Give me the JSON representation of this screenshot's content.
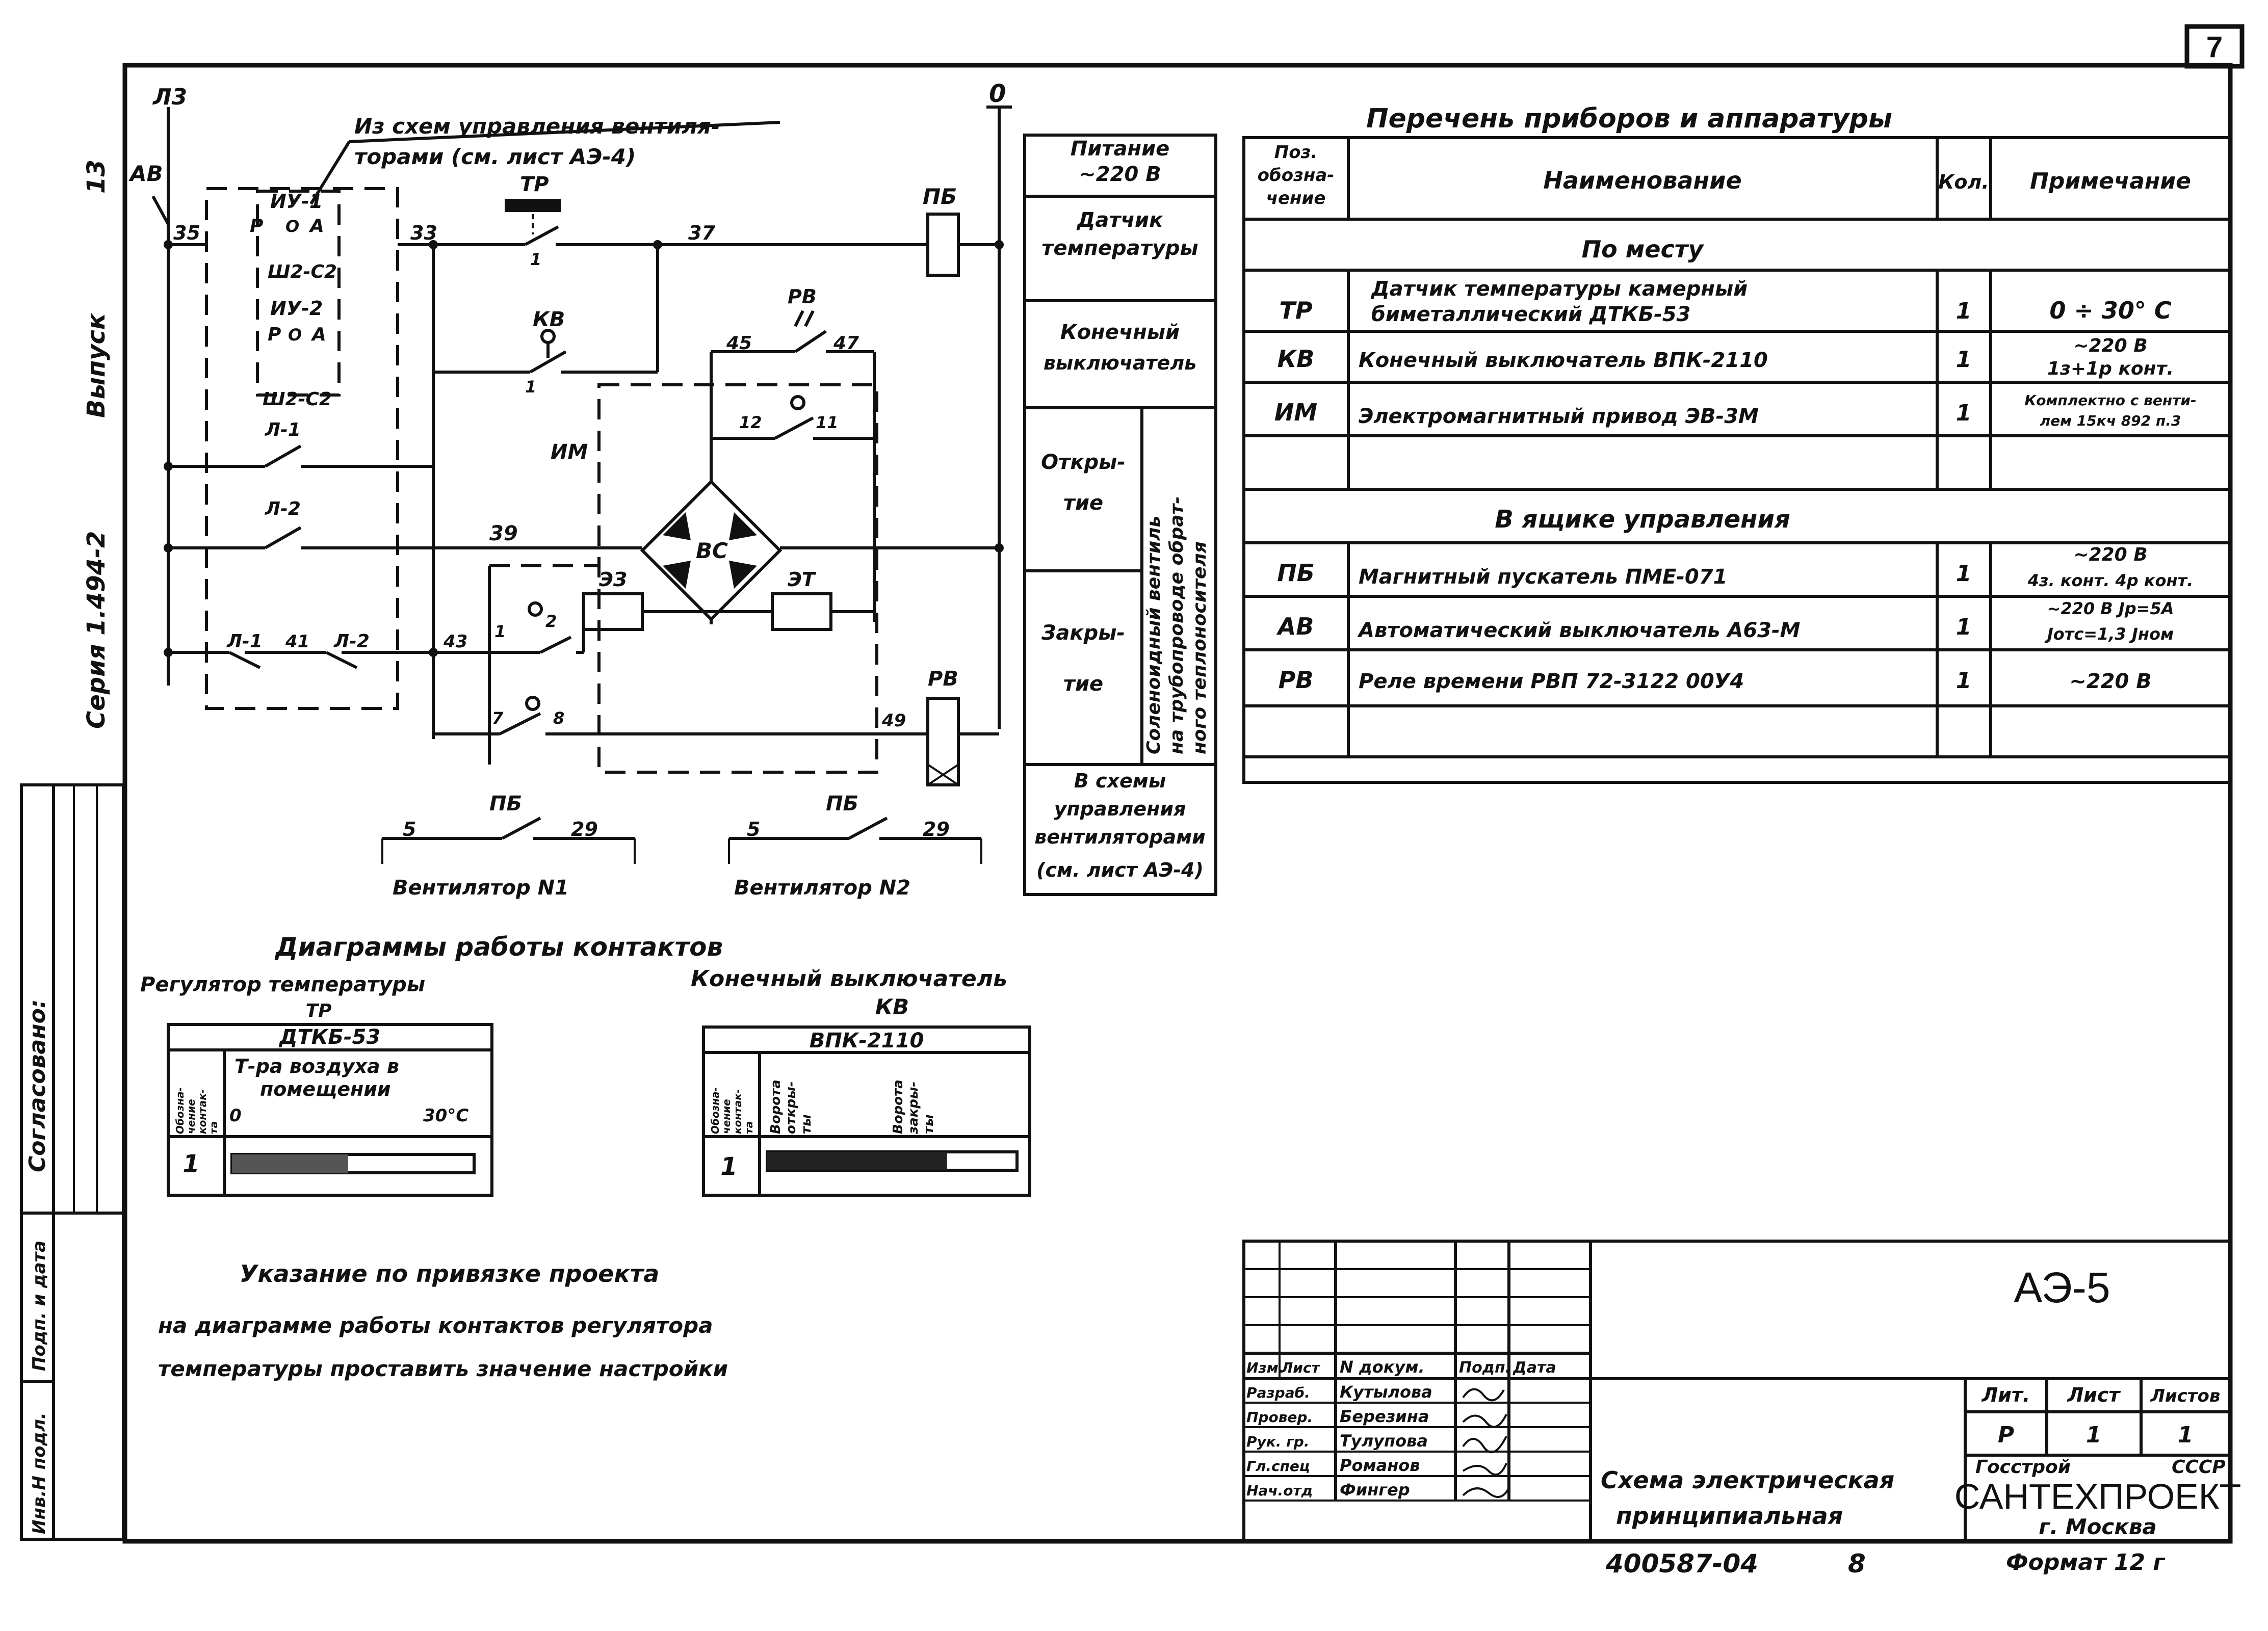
{
  "sheet_number": "7",
  "side_block": {
    "series_label": "Серия 1.494-2",
    "issue_label": "Выпуск",
    "issue_value": "13",
    "agreed_label": "Согласовано:",
    "inv_label": "Инв.Н подл.",
    "sign_label": "Подп. и дата"
  },
  "schematic": {
    "source_note_line1": "Из схем управления вентиля-",
    "source_note_line2": "торами (см. лист АЭ-4)",
    "bus_left": "Л3",
    "bus_right": "0",
    "breaker": "АВ",
    "relay_block": [
      "ИУ-1",
      "Р",
      "О",
      "А",
      "Ш2-С2",
      "ИУ-2",
      "Р",
      "О",
      "А",
      "Ш2-С2"
    ],
    "contacts": {
      "l1": "Л-1",
      "l2": "Л-2",
      "l1b": "Л-1",
      "l2b": "Л-2",
      "n41": "41"
    },
    "wires": {
      "w35": "35",
      "w33": "33",
      "w37": "37",
      "w45": "45",
      "w47": "47",
      "w39": "39",
      "w43": "43",
      "w49": "49"
    },
    "terminals": {
      "t12": "12",
      "t11": "11",
      "t1": "1",
      "t2": "2",
      "t7": "7",
      "t8": "8"
    },
    "devices": {
      "tr": "ТР",
      "kv": "КВ",
      "rv": "РВ",
      "pb": "ПБ",
      "im": "ИМ",
      "vs": "ВС",
      "ez": "ЭЗ",
      "et": "ЭТ",
      "rv2": "РВ",
      "tr_pin": "1",
      "kv_pin": "1"
    },
    "fan1": {
      "device": "ПБ",
      "left": "5",
      "right": "29",
      "label": "Вентилятор N1"
    },
    "fan2": {
      "device": "ПБ",
      "left": "5",
      "right": "29",
      "label": "Вентилятор N2"
    }
  },
  "function_column": {
    "power": [
      "Питание",
      "~220 В"
    ],
    "sensor": [
      "Датчик",
      "температуры"
    ],
    "limit": [
      "Конечный",
      "выключатель"
    ],
    "open": [
      "Откры-",
      "тие"
    ],
    "close": [
      "Закры-",
      "тие"
    ],
    "valve_vertical": [
      "Соленоидный вентиль",
      "на трубопроводе обрат-",
      "ного теплоносителя"
    ],
    "to_schemes": [
      "В схемы",
      "управления",
      "вентиляторами",
      "(см. лист АЭ-4)"
    ]
  },
  "equipment_list": {
    "title": "Перечень приборов и аппаратуры",
    "headers": {
      "pos": [
        "Поз.",
        "обозна-",
        "чение"
      ],
      "name": "Наименование",
      "qty": "Кол.",
      "note": "Примечание"
    },
    "section_local": "По месту",
    "section_panel": "В ящике управления",
    "rows_local": [
      {
        "pos": "ТР",
        "name": [
          "Датчик температуры камерный",
          "биметаллический ДТКБ-53"
        ],
        "qty": "1",
        "note": [
          "0 ÷ 30° С"
        ]
      },
      {
        "pos": "КВ",
        "name": [
          "Конечный выключатель ВПК-2110"
        ],
        "qty": "1",
        "note": [
          "~220 В",
          "1з+1р конт."
        ]
      },
      {
        "pos": "ИМ",
        "name": [
          "Электромагнитный привод ЭВ-3М"
        ],
        "qty": "1",
        "note": [
          "Комплектно с венти-",
          "лем 15кч 892 п.3"
        ]
      }
    ],
    "rows_panel": [
      {
        "pos": "ПБ",
        "name": [
          "Магнитный пускатель ПМЕ-071"
        ],
        "qty": "1",
        "note": [
          "~220 В",
          "4з. конт. 4р конт."
        ]
      },
      {
        "pos": "АВ",
        "name": [
          "Автоматический выключатель А63-М"
        ],
        "qty": "1",
        "note": [
          "~220 В Jр=5А",
          "Jотс=1,3 Jном"
        ]
      },
      {
        "pos": "РВ",
        "name": [
          "Реле времени РВП 72-3122 00У4"
        ],
        "qty": "1",
        "note": [
          "~220 В"
        ]
      }
    ]
  },
  "contact_diagrams": {
    "title": "Диаграммы работы контактов",
    "regulator": {
      "title": "Регулятор температуры",
      "device": "ТР",
      "model": "ДТКБ-53",
      "col_head": [
        "Обозна-",
        "чение",
        "контак-",
        "та"
      ],
      "desc": [
        "Т-ра воздуха в",
        "помещении"
      ],
      "min": "0",
      "max": "30°С",
      "row": "1",
      "closed_fraction": 0.48
    },
    "limit_switch": {
      "title": "Конечный выключатель",
      "device": "КВ",
      "model": "ВПК-2110",
      "col_head": [
        "Обозна-",
        "чение",
        "контак-",
        "та"
      ],
      "state_open": [
        "Ворота",
        "откры-",
        "ты"
      ],
      "state_closed": [
        "Ворота",
        "закры-",
        "ты"
      ],
      "row": "1",
      "closed_fraction": 0.72
    }
  },
  "instruction": {
    "line1": "Указание по привязке проекта",
    "line2": "на диаграмме работы контактов регулятора",
    "line3": "температуры проставить значение настройки"
  },
  "title_block": {
    "code": "АЭ-5",
    "headers": [
      "Изм.",
      "Лист",
      "N докум.",
      "Подп.",
      "Дата"
    ],
    "roles": [
      {
        "role": "Разраб.",
        "name": "Кутылова"
      },
      {
        "role": "Провер.",
        "name": "Березина"
      },
      {
        "role": "Рук. гр.",
        "name": "Тулупова"
      },
      {
        "role": "Гл.спец",
        "name": "Романов"
      },
      {
        "role": "Нач.отд",
        "name": "Фингер"
      }
    ],
    "drawing_title": [
      "Схема электрическая",
      "принципиальная"
    ],
    "lit_label": "Лит.",
    "sheet_label": "Лист",
    "sheets_label": "Листов",
    "lit": "Р",
    "sheet": "1",
    "sheets": "1",
    "org_top_left": "Госстрой",
    "org_top_right": "СССР",
    "org": "САНТЕХПРОЕКТ",
    "city": "г. Москва"
  },
  "footer": {
    "archive": "400587-04",
    "page": "8",
    "format": "Формат 12 г"
  }
}
